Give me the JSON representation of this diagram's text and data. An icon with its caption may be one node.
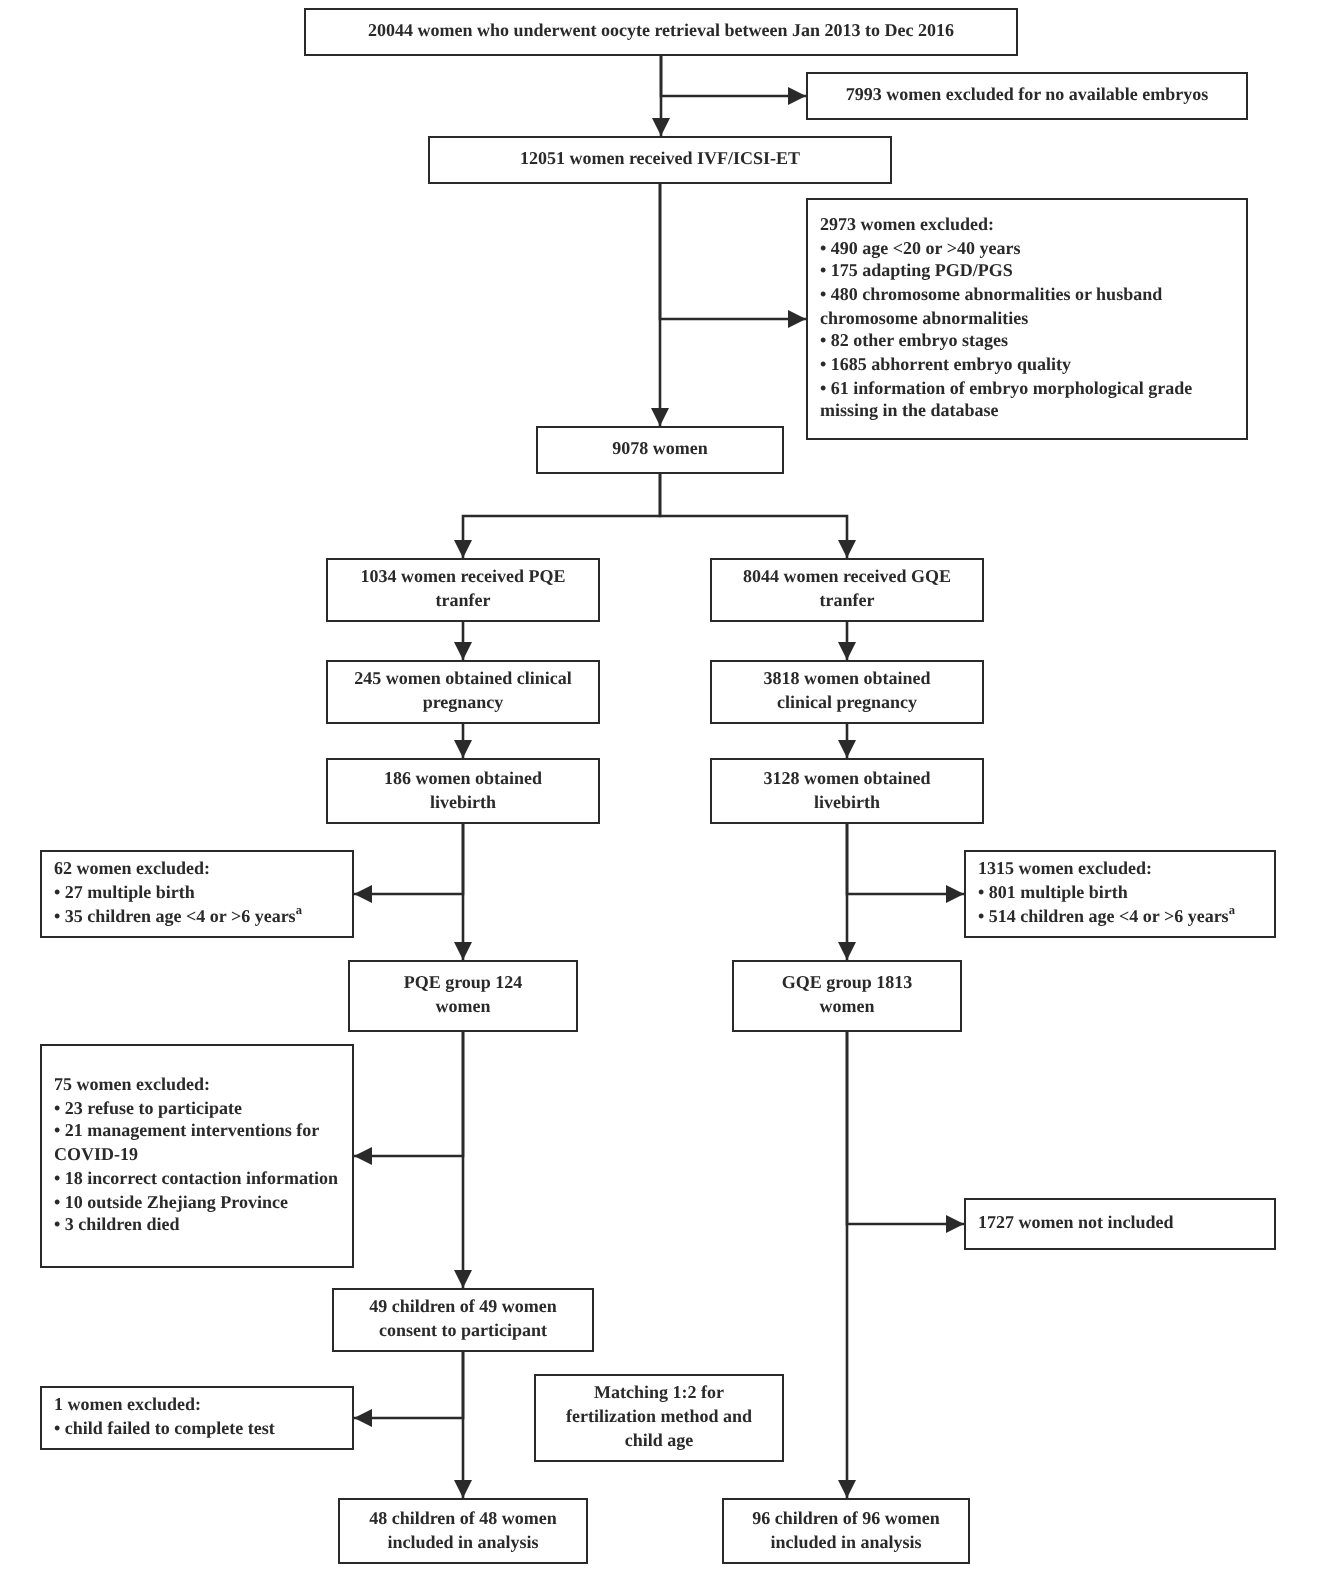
{
  "diagram": {
    "nodes": [
      {
        "text": [
          "20044 women who underwent oocyte retrieval between Jan 2013 to Dec 2016"
        ]
      },
      {
        "text": [
          "7993 women excluded for no available embryos"
        ]
      },
      {
        "text": [
          "12051 women received IVF/ICSI-ET"
        ]
      },
      {
        "text": [
          "2973 women excluded:",
          "• 490 age <20 or >40 years",
          "• 175 adapting PGD/PGS",
          "• 480 chromosome abnormalities or husband chromosome abnormalities",
          "• 82 other embryo stages",
          "• 1685 abhorrent embryo quality",
          "• 61  information of embryo morphological grade missing in the database"
        ]
      },
      {
        "text": [
          "9078 women"
        ]
      },
      {
        "text": [
          "1034 women received PQE tranfer"
        ]
      },
      {
        "text": [
          "8044 women received GQE tranfer"
        ]
      },
      {
        "text": [
          "245 women obtained clinical pregnancy"
        ]
      },
      {
        "text": [
          "3818 women obtained clinical pregnancy"
        ]
      },
      {
        "text": [
          "186 women obtained livebirth"
        ]
      },
      {
        "text": [
          "3128 women obtained livebirth"
        ]
      },
      {
        "text": [
          "62 women excluded:",
          "• 27 multiple birth",
          "• 35 children age <4 or >6 years$^{a}$"
        ]
      },
      {
        "text": [
          "1315 women excluded:",
          "• 801 multiple birth",
          "• 514 children age <4 or >6 years$^{a}$"
        ]
      },
      {
        "text": [
          "PQE group 124 women"
        ]
      },
      {
        "text": [
          "GQE group 1813 women"
        ]
      },
      {
        "text": [
          "75 women excluded:",
          "• 23 refuse to participate",
          "• 21 management interventions for COVID-19",
          "• 18 incorrect contaction information",
          "• 10 outside Zhejiang Province",
          "• 3 children died"
        ]
      },
      {
        "text": [
          "1727 women not included"
        ]
      },
      {
        "text": [
          "49 children of 49 women consent to participant"
        ]
      },
      {
        "text": [
          "1 women excluded:",
          "• child failed to complete test"
        ]
      },
      {
        "text": [
          "Matching 1:2 for fertilization method and child age"
        ]
      },
      {
        "text": [
          "48 children of 48 women included in analysis"
        ]
      },
      {
        "text": [
          "96 children of 96 women included in analysis"
        ]
      }
    ],
    "edges": [
      {
        "from": 0,
        "to": 2,
        "arrow": "to"
      },
      {
        "from": 0,
        "to": 1,
        "arrow": "to"
      },
      {
        "from": 2,
        "to": 4,
        "arrow": "to"
      },
      {
        "from": 2,
        "to": 3,
        "arrow": "to"
      },
      {
        "from": 4,
        "to": 5,
        "arrow": "to"
      },
      {
        "from": 4,
        "to": 6,
        "arrow": "to"
      },
      {
        "from": 5,
        "to": 7,
        "arrow": "to"
      },
      {
        "from": 7,
        "to": 9,
        "arrow": "to"
      },
      {
        "from": 6,
        "to": 8,
        "arrow": "to"
      },
      {
        "from": 8,
        "to": 10,
        "arrow": "to"
      },
      {
        "from": 9,
        "to": 13,
        "arrow": "to"
      },
      {
        "from": 9,
        "to": 11,
        "arrow": "to"
      },
      {
        "from": 10,
        "to": 14,
        "arrow": "to"
      },
      {
        "from": 10,
        "to": 12,
        "arrow": "to"
      },
      {
        "from": 13,
        "to": 17,
        "arrow": "to"
      },
      {
        "from": 13,
        "to": 15,
        "arrow": "to"
      },
      {
        "from": 14,
        "to": 21,
        "arrow": "to"
      },
      {
        "from": 14,
        "to": 16,
        "arrow": "to"
      },
      {
        "from": 17,
        "to": 20,
        "arrow": "to"
      },
      {
        "from": 17,
        "to": 18,
        "arrow": "to"
      }
    ]
  }
}
